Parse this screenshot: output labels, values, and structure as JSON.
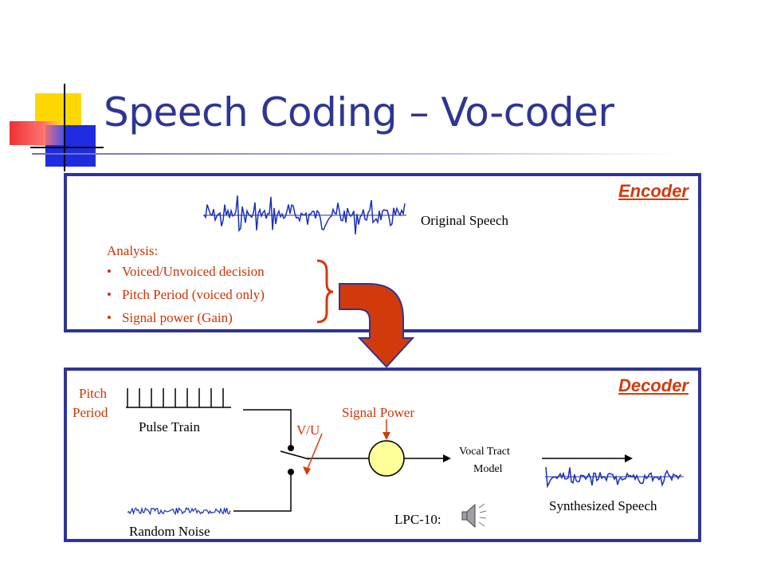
{
  "title": "Speech Coding – Vo-coder",
  "encoder": {
    "heading": "Encoder",
    "original_speech_label": "Original Speech",
    "analysis_heading": "Analysis:",
    "analysis_items": [
      "Voiced/Unvoiced decision",
      "Pitch Period (voiced only)",
      "Signal power (Gain)"
    ]
  },
  "decoder": {
    "heading": "Decoder",
    "pitch_period_label_line1": "Pitch",
    "pitch_period_label_line2": "Period",
    "pulse_train_label": "Pulse Train",
    "random_noise_label": "Random Noise",
    "vu_label": "V/U",
    "signal_power_label": "Signal Power",
    "vocal_tract_label_line1": "Vocal Tract",
    "vocal_tract_label_line2": "Model",
    "synthesized_speech_label": "Synthesized Speech",
    "lpc_label": "LPC-10:"
  },
  "icons": {
    "audio": "speaker-icon"
  },
  "colors": {
    "title": "#2e3595",
    "panel_border": "#2e3595",
    "accent": "#cc3300",
    "arrow_fill": "#d23a0c",
    "waveform": "#1a2fb8",
    "circle_fill": "#ffff99"
  }
}
